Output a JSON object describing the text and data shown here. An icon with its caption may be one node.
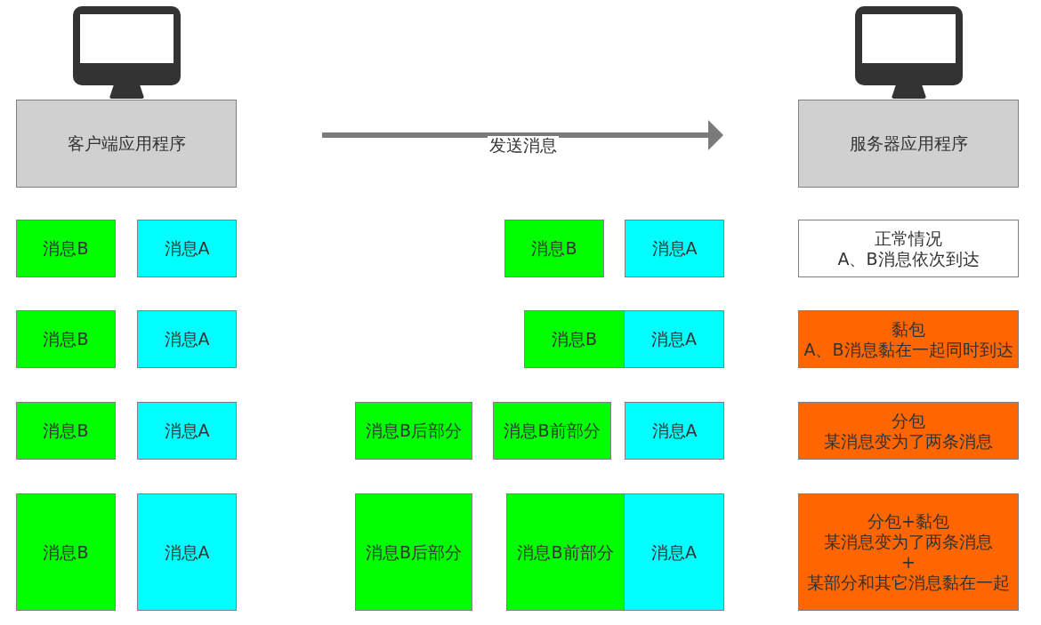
{
  "diagram": {
    "nodes": [
      {
        "text": [
          "客户端应用程序"
        ]
      },
      {
        "text": [
          "服务器应用程序"
        ]
      },
      {
        "text": [
          "消息B"
        ]
      },
      {
        "text": [
          "消息A"
        ]
      },
      {
        "text": [
          "消息B"
        ]
      },
      {
        "text": [
          "消息A"
        ]
      },
      {
        "text": [
          "正常情况",
          "A、B消息依次到达"
        ]
      },
      {
        "text": [
          "消息B"
        ]
      },
      {
        "text": [
          "消息A"
        ]
      },
      {
        "text": [
          "消息B"
        ]
      },
      {
        "text": [
          "消息A"
        ]
      },
      {
        "text": [
          "黏包",
          "A、B消息黏在一起同时到达"
        ]
      },
      {
        "text": [
          "消息B"
        ]
      },
      {
        "text": [
          "消息A"
        ]
      },
      {
        "text": [
          "消息B后部分"
        ]
      },
      {
        "text": [
          "消息B前部分"
        ]
      },
      {
        "text": [
          "消息A"
        ]
      },
      {
        "text": [
          "分包",
          "某消息变为了两条消息"
        ]
      },
      {
        "text": [
          "消息B"
        ]
      },
      {
        "text": [
          "消息A"
        ]
      },
      {
        "text": [
          "消息B后部分"
        ]
      },
      {
        "text": [
          "消息B前部分"
        ]
      },
      {
        "text": [
          "消息A"
        ]
      },
      {
        "text": [
          "分包+黏包",
          "某消息变为了两条消息",
          "+",
          "某部分和其它消息黏在一起"
        ]
      }
    ],
    "labels": [
      "发送消息"
    ]
  }
}
